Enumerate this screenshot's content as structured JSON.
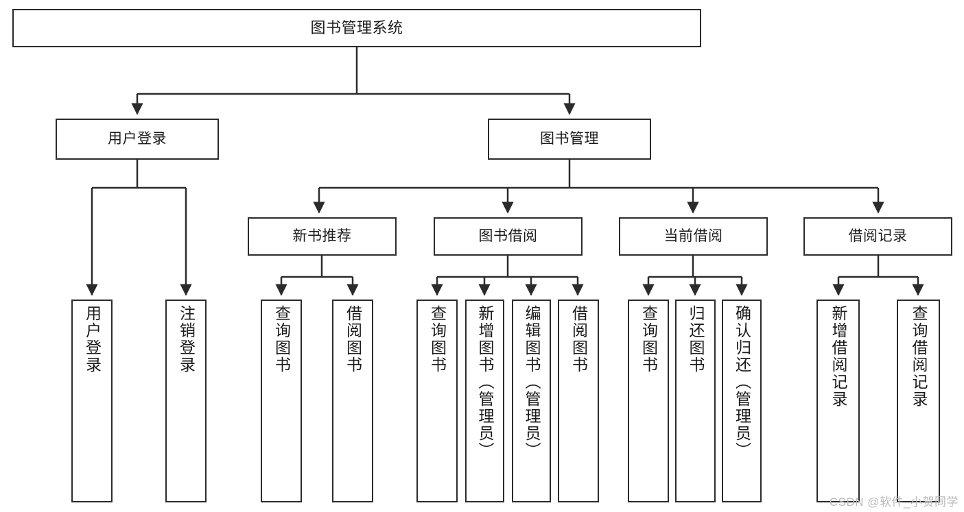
{
  "diagram": {
    "title": "图书管理系统",
    "watermark": "CSDN @软件_小贺同学",
    "stroke_color": "#2b2b2b",
    "fill_color": "#ffffff",
    "text_color": "#1b1b1b",
    "watermark_color": "#b9b9b9"
  },
  "nodes": {
    "root": {
      "label": "图书管理系统",
      "level": 1
    },
    "user_login": {
      "label": "用户登录",
      "level": 2
    },
    "book_manage": {
      "label": "图书管理",
      "level": 2
    },
    "new_book_rec": {
      "label": "新书推荐",
      "level": 3
    },
    "book_borrow": {
      "label": "图书借阅",
      "level": 3
    },
    "current_borrow": {
      "label": "当前借阅",
      "level": 3
    },
    "borrow_record": {
      "label": "借阅记录",
      "level": 3
    },
    "leaf_user_login": {
      "label": "用户登录",
      "level": 3
    },
    "leaf_user_logout": {
      "label": "注销登录",
      "level": 3
    },
    "leaf_query_book_1": {
      "label": "查询图书",
      "level": 4
    },
    "leaf_borrow_book_1": {
      "label": "借阅图书",
      "level": 4
    },
    "leaf_query_book_2": {
      "label": "查询图书",
      "level": 4
    },
    "leaf_add_book": {
      "label": "新增图书（管理员）",
      "level": 4
    },
    "leaf_edit_book": {
      "label": "编辑图书（管理员）",
      "level": 4
    },
    "leaf_borrow_book_2": {
      "label": "借阅图书",
      "level": 4
    },
    "leaf_query_book_3": {
      "label": "查询图书",
      "level": 4
    },
    "leaf_return_book": {
      "label": "归还图书",
      "level": 4
    },
    "leaf_confirm_return": {
      "label": "确认归还（管理员）",
      "level": 4
    },
    "leaf_add_record": {
      "label": "新增借阅记录",
      "level": 4
    },
    "leaf_query_record": {
      "label": "查询借阅记录",
      "level": 4
    }
  },
  "edges": [
    {
      "from": "root",
      "to": "user_login"
    },
    {
      "from": "root",
      "to": "book_manage"
    },
    {
      "from": "user_login",
      "to": "leaf_user_login"
    },
    {
      "from": "user_login",
      "to": "leaf_user_logout"
    },
    {
      "from": "book_manage",
      "to": "new_book_rec"
    },
    {
      "from": "book_manage",
      "to": "book_borrow"
    },
    {
      "from": "book_manage",
      "to": "current_borrow"
    },
    {
      "from": "book_manage",
      "to": "borrow_record"
    },
    {
      "from": "new_book_rec",
      "to": "leaf_query_book_1"
    },
    {
      "from": "new_book_rec",
      "to": "leaf_borrow_book_1"
    },
    {
      "from": "book_borrow",
      "to": "leaf_query_book_2"
    },
    {
      "from": "book_borrow",
      "to": "leaf_add_book"
    },
    {
      "from": "book_borrow",
      "to": "leaf_edit_book"
    },
    {
      "from": "book_borrow",
      "to": "leaf_borrow_book_2"
    },
    {
      "from": "current_borrow",
      "to": "leaf_query_book_3"
    },
    {
      "from": "current_borrow",
      "to": "leaf_return_book"
    },
    {
      "from": "current_borrow",
      "to": "leaf_confirm_return"
    },
    {
      "from": "borrow_record",
      "to": "leaf_add_record"
    },
    {
      "from": "borrow_record",
      "to": "leaf_query_record"
    }
  ]
}
